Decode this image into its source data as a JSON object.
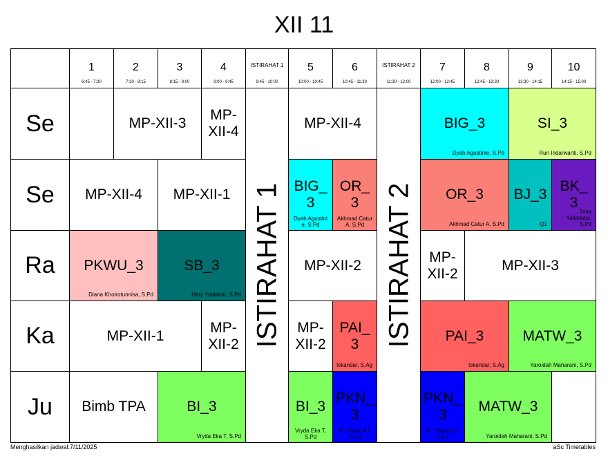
{
  "title": "XII 11",
  "footer": {
    "generated": "Menghasilkan jadwal:7/11/2025",
    "brand": "aSc Timetables"
  },
  "colors": {
    "cyan": "#00ffff",
    "lime": "#d9ff8c",
    "teal": "#00c0c0",
    "purple": "#6a1bbf",
    "salmon": "#fa7f77",
    "pink": "#ffbfbf",
    "darkteal": "#007070",
    "green": "#7fff5f",
    "red": "#ff6060",
    "blue": "#0000ff",
    "white": "#ffffff"
  },
  "header": [
    {
      "type": "period",
      "num": "1",
      "time": "6:45 - 7:30"
    },
    {
      "type": "period",
      "num": "2",
      "time": "7:30 - 8:15"
    },
    {
      "type": "period",
      "num": "3",
      "time": "8:15 - 9:00"
    },
    {
      "type": "period",
      "num": "4",
      "time": "9:00 - 9:45"
    },
    {
      "type": "break",
      "label": "ISTIRAHAT 1",
      "time": "9:45 - 10:00"
    },
    {
      "type": "period",
      "num": "5",
      "time": "10:00 - 10:45"
    },
    {
      "type": "period",
      "num": "6",
      "time": "10:45 - 11:30"
    },
    {
      "type": "break",
      "label": "ISTIRAHAT 2",
      "time": "11:30 - 12:00"
    },
    {
      "type": "period",
      "num": "7",
      "time": "12:00 - 12:45"
    },
    {
      "type": "period",
      "num": "8",
      "time": "12:45 - 13:30"
    },
    {
      "type": "period",
      "num": "9",
      "time": "13:30 - 14:15"
    },
    {
      "type": "period",
      "num": "10",
      "time": "14:15 - 15:00"
    }
  ],
  "breaks": [
    {
      "label": "ISTIRAHAT 1",
      "col": 4
    },
    {
      "label": "ISTIRAHAT 2",
      "col": 7
    }
  ],
  "days": [
    {
      "label": "Se",
      "lessons": [
        {
          "start": 0,
          "span": 1,
          "subject": "",
          "teacher": "",
          "color": "white"
        },
        {
          "start": 1,
          "span": 2,
          "subject": "MP-XII-3",
          "teacher": "",
          "color": "white"
        },
        {
          "start": 3,
          "span": 1,
          "subject": "MP-\nXII-4",
          "teacher": "",
          "color": "white"
        },
        {
          "start": 5,
          "span": 2,
          "subject": "MP-XII-4",
          "teacher": "",
          "color": "white"
        },
        {
          "start": 8,
          "span": 2,
          "subject": "BIG_3",
          "teacher": "Dyah Agustinie, S.Pd",
          "color": "cyan"
        },
        {
          "start": 10,
          "span": 2,
          "subject": "SI_3",
          "teacher": "Ruri Indarwanti, S.Pd",
          "color": "lime"
        }
      ]
    },
    {
      "label": "Se",
      "lessons": [
        {
          "start": 0,
          "span": 2,
          "subject": "MP-XII-4",
          "teacher": "",
          "color": "white"
        },
        {
          "start": 2,
          "span": 2,
          "subject": "MP-XII-1",
          "teacher": "",
          "color": "white"
        },
        {
          "start": 5,
          "span": 1,
          "subject": "BIG_\n3",
          "teacher": "Dyah Agustini\ne, S.Pd",
          "color": "cyan",
          "center": true
        },
        {
          "start": 6,
          "span": 1,
          "subject": "OR_\n3",
          "teacher": "Akhmad Catur\nA, S.Pd",
          "color": "salmon",
          "center": true
        },
        {
          "start": 8,
          "span": 2,
          "subject": "OR_3",
          "teacher": "Akhmad Catur A, S.Pd",
          "color": "salmon"
        },
        {
          "start": 10,
          "span": 1,
          "subject": "BJ_3",
          "teacher": "Q1",
          "color": "teal"
        },
        {
          "start": 11,
          "span": 1,
          "subject": "BK_\n3",
          "teacher": "Trias\nYuliarsasi,\nS.Pd",
          "color": "purple"
        }
      ]
    },
    {
      "label": "Ra",
      "lessons": [
        {
          "start": 0,
          "span": 2,
          "subject": "PKWU_3",
          "teacher": "Diana Khoirotunnisa, S.Pd",
          "color": "pink"
        },
        {
          "start": 2,
          "span": 2,
          "subject": "SB_3",
          "teacher": "Hery Yudianto, S.Pd",
          "color": "darkteal"
        },
        {
          "start": 5,
          "span": 2,
          "subject": "MP-XII-2",
          "teacher": "",
          "color": "white"
        },
        {
          "start": 8,
          "span": 1,
          "subject": "MP-\nXII-2",
          "teacher": "",
          "color": "white"
        },
        {
          "start": 9,
          "span": 3,
          "subject": "MP-XII-3",
          "teacher": "",
          "color": "white"
        }
      ]
    },
    {
      "label": "Ka",
      "lessons": [
        {
          "start": 0,
          "span": 3,
          "subject": "MP-XII-1",
          "teacher": "",
          "color": "white"
        },
        {
          "start": 3,
          "span": 1,
          "subject": "MP-\nXII-2",
          "teacher": "",
          "color": "white"
        },
        {
          "start": 5,
          "span": 1,
          "subject": "MP-\nXII-2",
          "teacher": "",
          "color": "white"
        },
        {
          "start": 6,
          "span": 1,
          "subject": "PAI_\n3",
          "teacher": "Iskandar, S.Ag",
          "color": "red"
        },
        {
          "start": 8,
          "span": 2,
          "subject": "PAI_3",
          "teacher": "Iskandar, S.Ag",
          "color": "red"
        },
        {
          "start": 10,
          "span": 2,
          "subject": "MATW_3",
          "teacher": "Yaroidah Maharani, S.Pd",
          "color": "green"
        }
      ]
    },
    {
      "label": "Ju",
      "lessons": [
        {
          "start": 0,
          "span": 2,
          "subject": "Bimb TPA",
          "teacher": "",
          "color": "white"
        },
        {
          "start": 2,
          "span": 2,
          "subject": "BI_3",
          "teacher": "Vryda Eka T, S.Pd",
          "color": "green"
        },
        {
          "start": 5,
          "span": 1,
          "subject": "BI_3",
          "teacher": "Vryda Eka T,\nS.Pd",
          "color": "green",
          "center": true
        },
        {
          "start": 6,
          "span": 1,
          "subject": "PKN_\n3",
          "teacher": "M. Chusnul I,\nS.Pd",
          "color": "blue",
          "center": true
        },
        {
          "start": 8,
          "span": 1,
          "subject": "PKN_\n3",
          "teacher": "M. Chusnul I,\nS.Pd",
          "color": "blue",
          "center": true
        },
        {
          "start": 9,
          "span": 2,
          "subject": "MATW_3",
          "teacher": "Yaroidah Maharani, S.Pd",
          "color": "green"
        },
        {
          "start": 11,
          "span": 1,
          "subject": "",
          "teacher": "",
          "color": "white"
        }
      ]
    }
  ]
}
